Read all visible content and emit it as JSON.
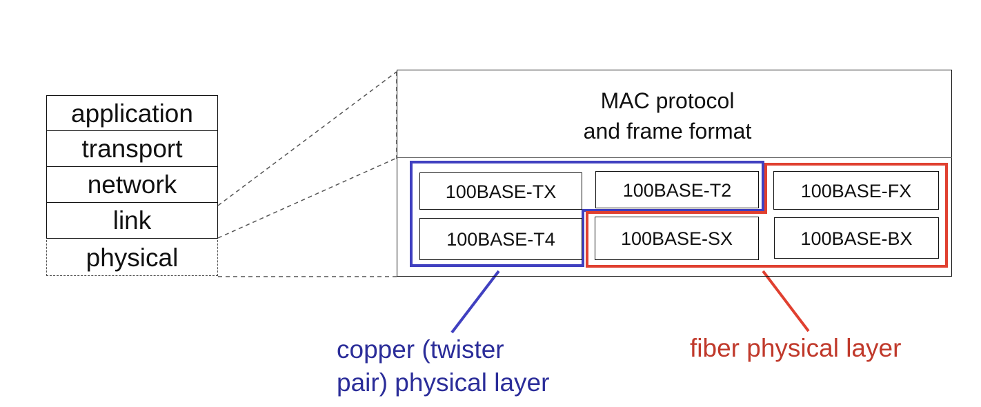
{
  "stack": {
    "layers": [
      "application",
      "transport",
      "network",
      "link",
      "physical"
    ]
  },
  "link_layer": {
    "mac_title_line1": "MAC protocol",
    "mac_title_line2": "and frame format",
    "phy_standards": [
      "100BASE-TX",
      "100BASE-T2",
      "100BASE-FX",
      "100BASE-T4",
      "100BASE-SX",
      "100BASE-BX"
    ]
  },
  "groups": {
    "copper": {
      "label_line1": "copper (twister",
      "label_line2": "pair) physical layer",
      "color": "#4040c0",
      "text_color": "#2b2d99"
    },
    "fiber": {
      "label": "fiber physical layer",
      "color": "#e04030",
      "text_color": "#c0392b"
    }
  },
  "colors": {
    "outline": "#111111",
    "dashed": "#555555",
    "background": "#ffffff"
  }
}
